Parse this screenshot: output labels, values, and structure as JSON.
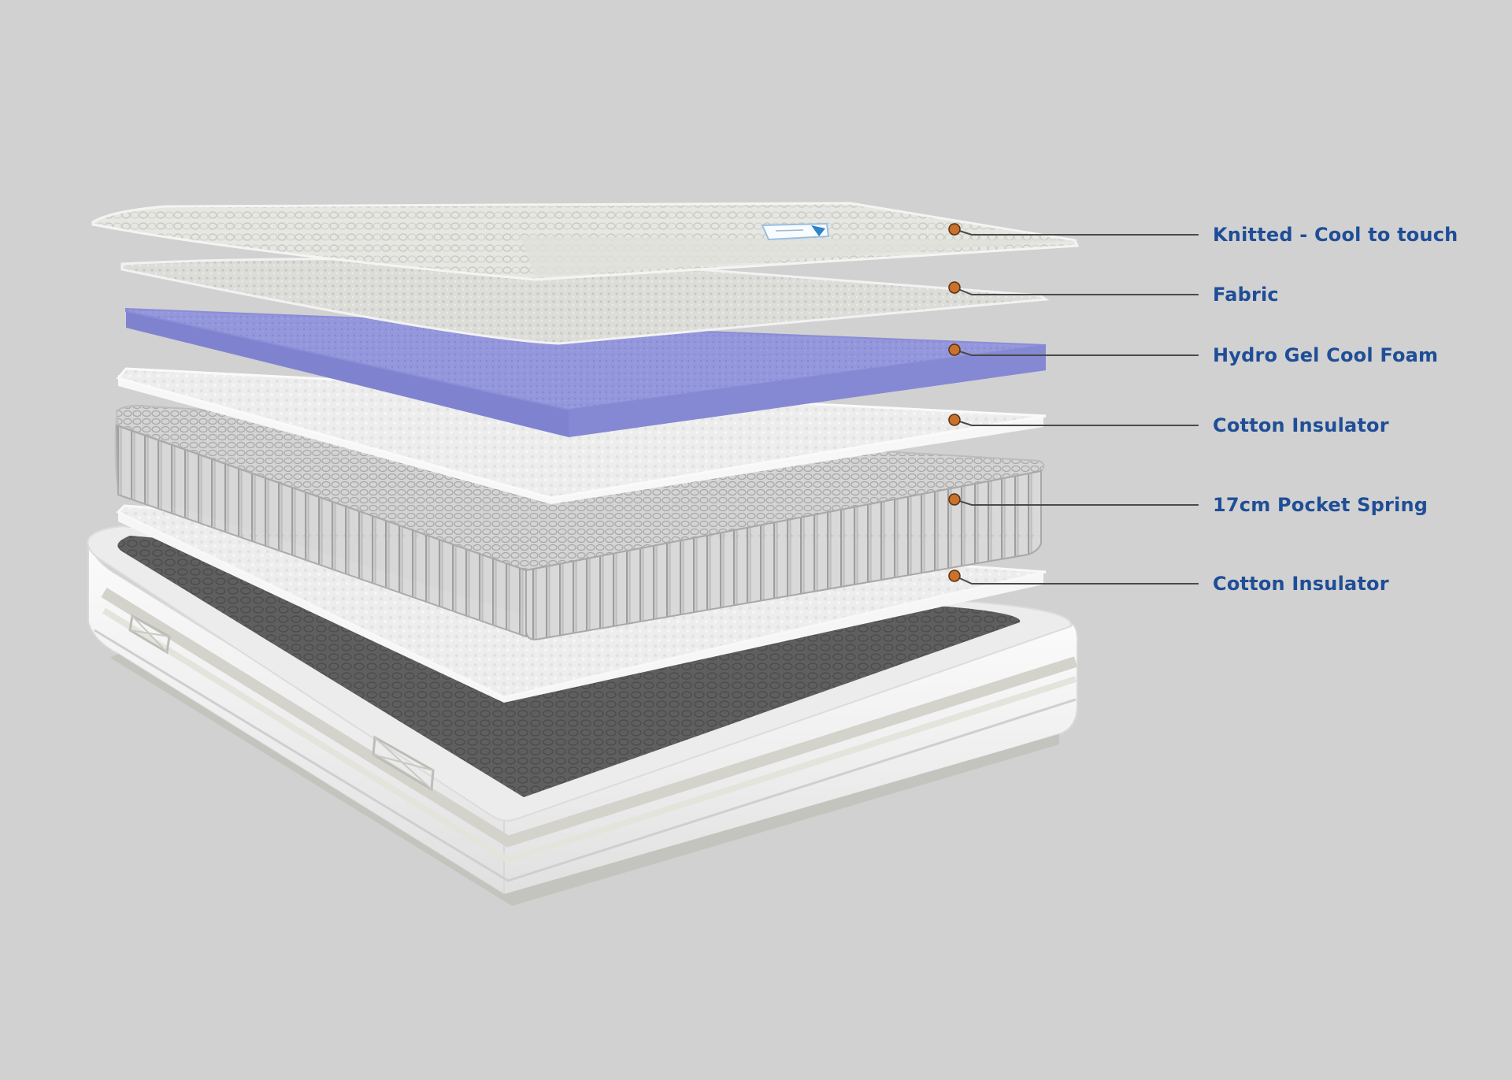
{
  "colors": {
    "background": "#d1d1d1",
    "label_text": "#1f4e97",
    "leader_line": "#4a4a4a",
    "marker_fill": "#c8722d",
    "marker_stroke": "#5a3010",
    "gel_foam": "#8f92d8",
    "cotton": "#f4f4f4",
    "spring": "#c8c8c8",
    "knit_cover": "#e4e4e0"
  },
  "illustration": {
    "subject": "exploded mattress layers",
    "cover_tag_icon": "brand-tag-icon",
    "handle_icon": "carry-handle-icon"
  },
  "layers": [
    {
      "id": "knitted-cover",
      "label": "Knitted - Cool to touch"
    },
    {
      "id": "fabric",
      "label": "Fabric"
    },
    {
      "id": "hydro-gel-foam",
      "label": "Hydro Gel Cool Foam"
    },
    {
      "id": "cotton-insulator-top",
      "label": "Cotton Insulator"
    },
    {
      "id": "pocket-spring",
      "label": "17cm Pocket Spring"
    },
    {
      "id": "cotton-insulator-bottom",
      "label": "Cotton Insulator"
    }
  ]
}
